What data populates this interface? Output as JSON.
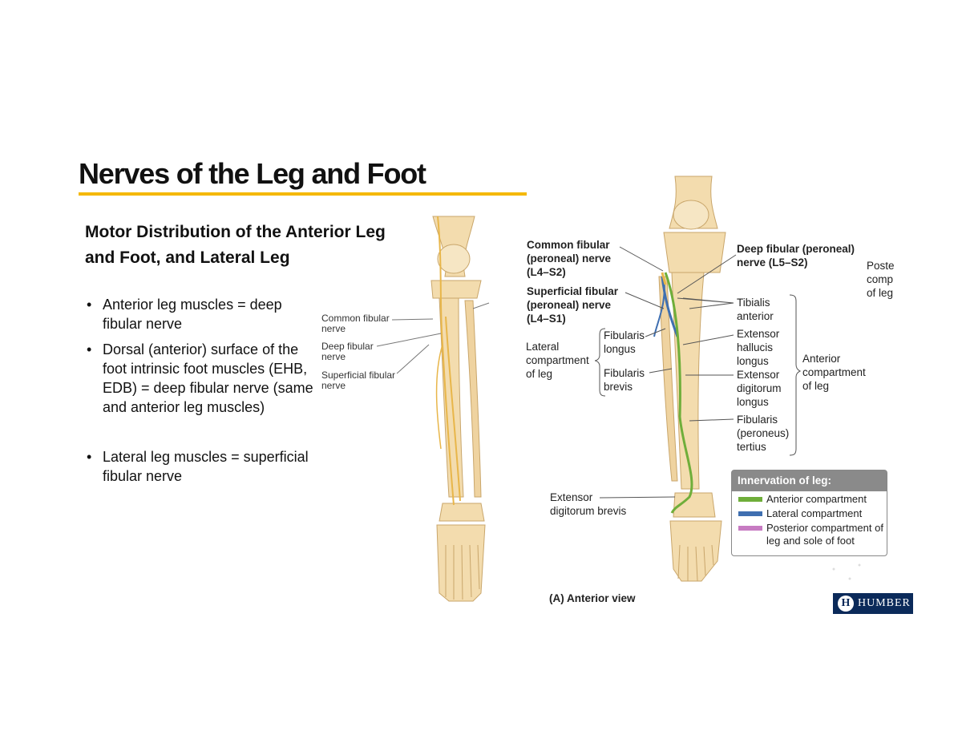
{
  "slide": {
    "title": "Nerves of the Leg and Foot",
    "subtitle": "Motor Distribution of the Anterior Leg and Foot, and Lateral Leg",
    "bullets": [
      "Anterior leg muscles = deep fibular nerve",
      "Dorsal (anterior) surface of the foot intrinsic foot muscles (EHB, EDB) = deep fibular nerve (same and anterior leg muscles)",
      "Lateral leg muscles = superficial fibular nerve"
    ]
  },
  "left_figure": {
    "labels": {
      "common_fibular": "Common fibular nerve",
      "deep_fibular": "Deep fibular nerve",
      "superficial_fibular": "Superficial fibular nerve"
    }
  },
  "right_figure": {
    "labels": {
      "common_fibular": "Common fibular (peroneal) nerve (L4–S2)",
      "superficial_fibular": "Superficial fibular (peroneal) nerve (L4–S1)",
      "deep_fibular": "Deep fibular (peroneal) nerve (L5–S2)",
      "posterior_cut": "Poste comp of leg",
      "lateral_compartment": "Lateral compartment of leg",
      "fibularis_longus": "Fibularis longus",
      "fibularis_brevis": "Fibularis brevis",
      "tibialis_anterior": "Tibialis anterior",
      "ext_hallucis_longus": "Extensor hallucis longus",
      "ext_digitorum_longus": "Extensor digitorum longus",
      "fibularis_tertius": "Fibularis (peroneus) tertius",
      "anterior_compartment": "Anterior compartment of leg",
      "ext_digitorum_brevis": "Extensor digitorum brevis",
      "view_caption": "(A) Anterior view"
    },
    "legend": {
      "title": "Innervation of leg:",
      "items": [
        {
          "label": "Anterior compartment",
          "color": "#6fae3a"
        },
        {
          "label": "Lateral compartment",
          "color": "#3f6fb0"
        },
        {
          "label": "Posterior compartment of leg and sole of foot",
          "color": "#c77bc2"
        }
      ]
    }
  },
  "logo": {
    "text": "HUMBER"
  },
  "colors": {
    "accent_rule": "#f5b800",
    "bone": "#f3dcae",
    "nerve_yellow": "#e8b64a"
  }
}
